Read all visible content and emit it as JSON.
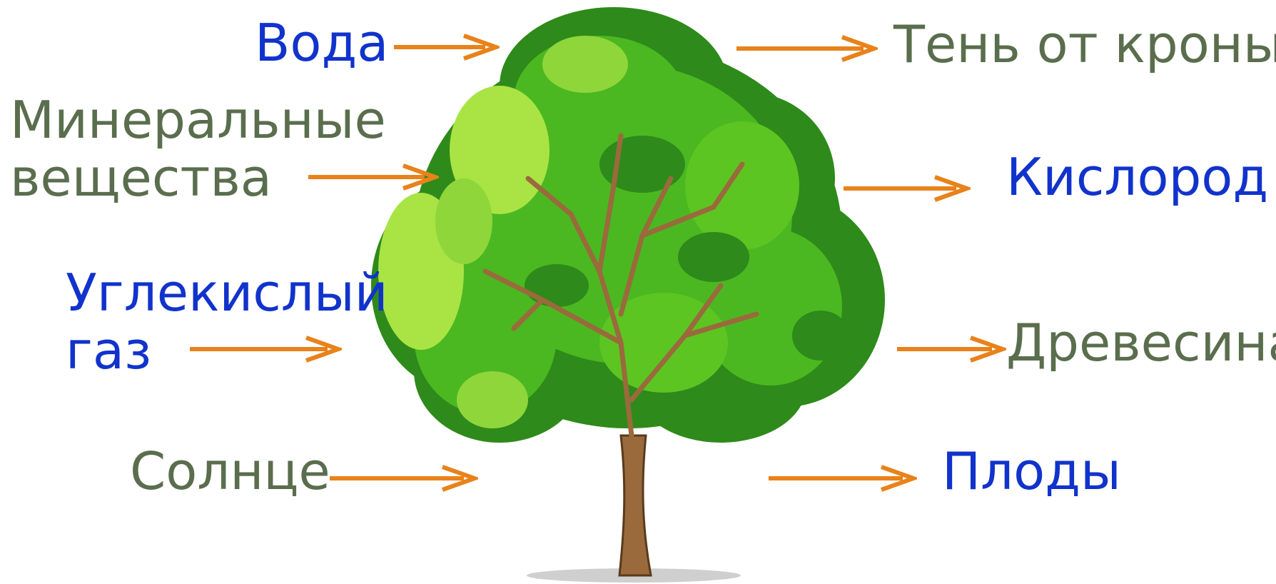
{
  "colors": {
    "input_text": "#1133cc",
    "product_text": "#5a6e4e",
    "arrow": "#e8821a",
    "trunk": "#9a6a3c",
    "leaf_light": "#a9e444",
    "leaf_mid": "#5cc522",
    "leaf_dark": "#2e8a1a"
  },
  "inputs": {
    "water": "Вода",
    "minerals": [
      "Минеральные",
      "вещества"
    ],
    "co2": [
      "Углекислый",
      "газ"
    ],
    "sun": "Солнце"
  },
  "outputs": {
    "shade": "Тень от кроны",
    "oxygen": "Кислород",
    "wood": "Древесина",
    "fruits": "Плоды"
  },
  "icons": {
    "tree": "tree-illustration",
    "arrow": "right-arrow-icon"
  }
}
